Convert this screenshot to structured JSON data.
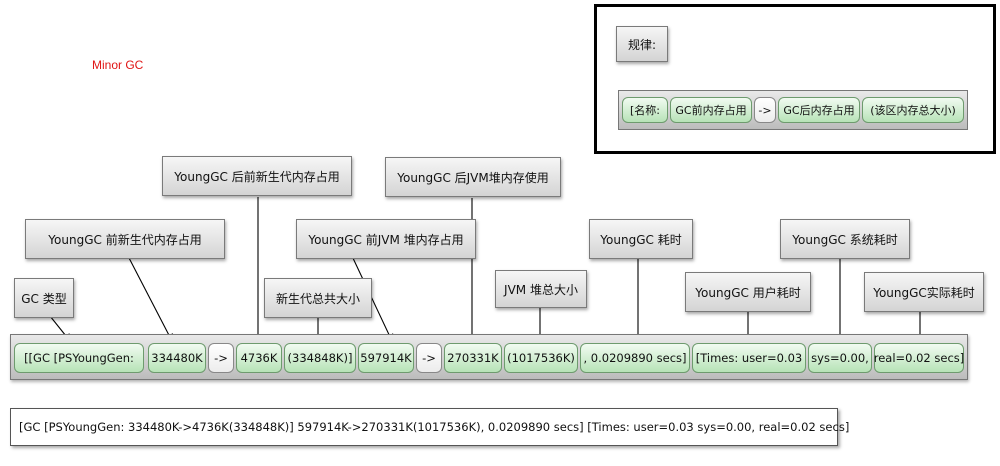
{
  "title": "Minor GC",
  "rule": {
    "heading": "规律:",
    "segments": [
      "[名称:",
      "GC前内存占用",
      "->",
      "GC后内存占用",
      "(该区内存总大小)"
    ]
  },
  "labels": {
    "gc_type": "GC 类型",
    "young_before": "YoungGC 前新生代内存占用",
    "young_after": "YoungGC 后前新生代内存占用",
    "young_total": "新生代总共大小",
    "heap_before": "YoungGC 前JVM 堆内存占用",
    "heap_after": "YoungGC 后JVM堆内存使用",
    "heap_total": "JVM 堆总大小",
    "duration": "YoungGC 耗时",
    "user_time": "YoungGC 用户耗时",
    "sys_time": "YoungGC 系统耗时",
    "real_time": "YoungGC实际耗时"
  },
  "segments": {
    "name": "[[GC [PSYoungGen:",
    "young_before": "334480K",
    "arrow1": "->",
    "young_after": "4736K",
    "young_total": "(334848K)]",
    "heap_before": "597914K",
    "arrow2": "->",
    "heap_after": "270331K",
    "heap_total": "(1017536K)",
    "duration": ", 0.0209890 secs]",
    "user": "[Times: user=0.03",
    "sys": "sys=0.00,",
    "real": "real=0.02 secs]"
  },
  "log_line": "[GC [PSYoungGen: 334480K->4736K(334848K)] 597914K->270331K(1017536K), 0.0209890 secs] [Times: user=0.03 sys=0.00, real=0.02 secs]"
}
